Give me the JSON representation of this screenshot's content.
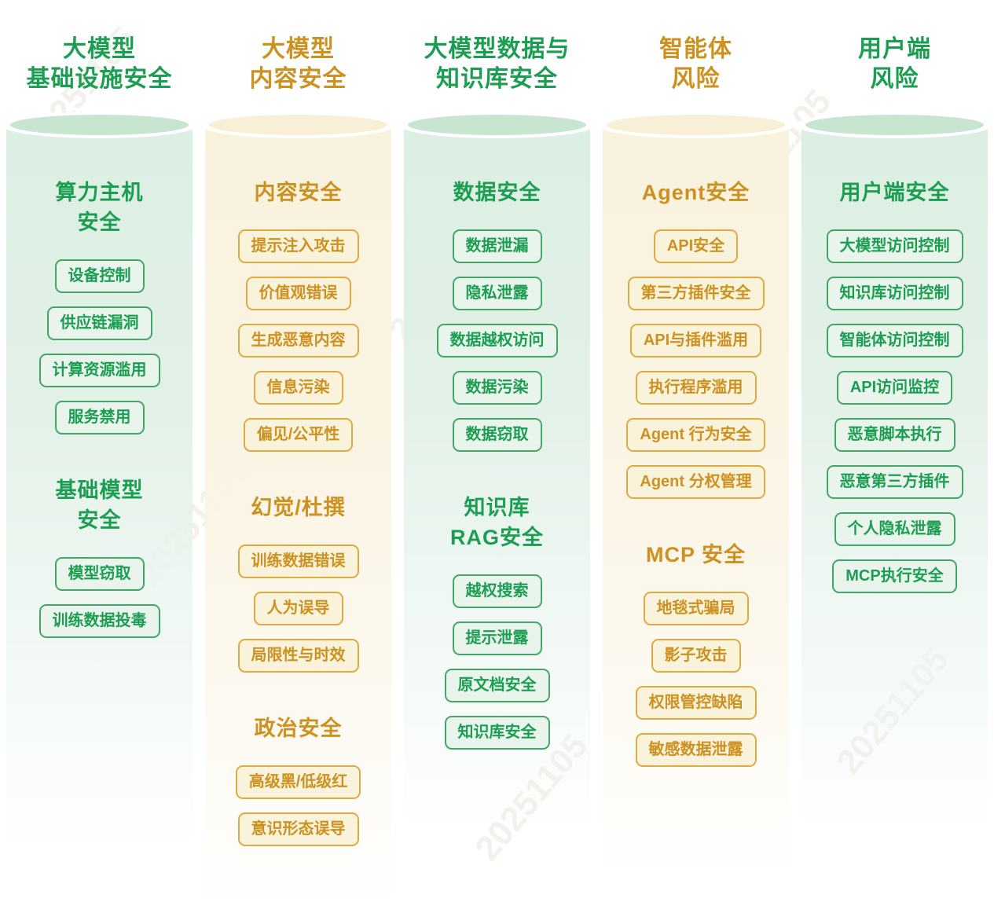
{
  "page": {
    "background": "#ffffff"
  },
  "watermark": {
    "text": "20251105"
  },
  "theme_colors": {
    "green_text": "#1c9e52",
    "green_border": "#44a567",
    "green_tag_bg": "#e9f4ec",
    "green_lid": "#c8e5d1",
    "green_body_top": "#dcefe3",
    "orange_text": "#cc9120",
    "orange_border": "#deaa42",
    "orange_tag_bg": "#faf3dc",
    "orange_lid": "#f8f0d6",
    "orange_body_top": "#f9f2dd"
  },
  "columns": [
    {
      "name": "llm-infrastructure-security",
      "theme": "green",
      "title_lines": [
        "大模型",
        "基础设施安全"
      ],
      "body_height": 930,
      "sections": [
        {
          "title_lines": [
            "算力主机",
            "安全"
          ],
          "items": [
            "设备控制",
            "供应链漏洞",
            "计算资源滥用",
            "服务禁用"
          ]
        },
        {
          "title_lines": [
            "基础模型",
            "安全"
          ],
          "items": [
            "模型窃取",
            "训练数据投毒"
          ]
        }
      ]
    },
    {
      "name": "llm-content-security",
      "theme": "orange",
      "title_lines": [
        "大模型",
        "内容安全"
      ],
      "body_height": 1005,
      "sections": [
        {
          "title_lines": [
            "内容安全"
          ],
          "items": [
            "提示注入攻击",
            "价值观错误",
            "生成恶意内容",
            "信息污染",
            "偏见/公平性"
          ]
        },
        {
          "title_lines": [
            "幻觉/杜撰"
          ],
          "items": [
            "训练数据错误",
            "人为误导",
            "局限性与时效"
          ]
        },
        {
          "title_lines": [
            "政治安全"
          ],
          "items": [
            "高级黑/低级红",
            "意识形态误导"
          ]
        }
      ]
    },
    {
      "name": "llm-data-knowledge-base-security",
      "theme": "green",
      "title_lines": [
        "大模型数据与",
        "知识库安全"
      ],
      "body_height": 905,
      "sections": [
        {
          "title_lines": [
            "数据安全"
          ],
          "items": [
            "数据泄漏",
            "隐私泄露",
            "数据越权访问",
            "数据污染",
            "数据窃取"
          ]
        },
        {
          "title_lines": [
            "知识库",
            "RAG安全"
          ],
          "items": [
            "越权搜索",
            "提示泄露",
            "原文档安全",
            "知识库安全"
          ]
        }
      ]
    },
    {
      "name": "agent-risk",
      "theme": "orange",
      "title_lines": [
        "智能体",
        "风险"
      ],
      "body_height": 965,
      "sections": [
        {
          "title_lines": [
            "Agent安全"
          ],
          "items": [
            "API安全",
            "第三方插件安全",
            "API与插件滥用",
            "执行程序滥用",
            "Agent 行为安全",
            "Agent 分权管理"
          ]
        },
        {
          "title_lines": [
            "MCP 安全"
          ],
          "items": [
            "地毯式骗局",
            "影子攻击",
            "权限管控缺陷",
            "敏感数据泄露"
          ]
        }
      ]
    },
    {
      "name": "client-risk",
      "theme": "green",
      "title_lines": [
        "用户端",
        "风险"
      ],
      "body_height": 905,
      "sections": [
        {
          "title_lines": [
            "用户端安全"
          ],
          "items": [
            "大模型访问控制",
            "知识库访问控制",
            "智能体访问控制",
            "API访问监控",
            "恶意脚本执行",
            "恶意第三方插件",
            "个人隐私泄露",
            "MCP执行安全"
          ]
        }
      ]
    }
  ]
}
